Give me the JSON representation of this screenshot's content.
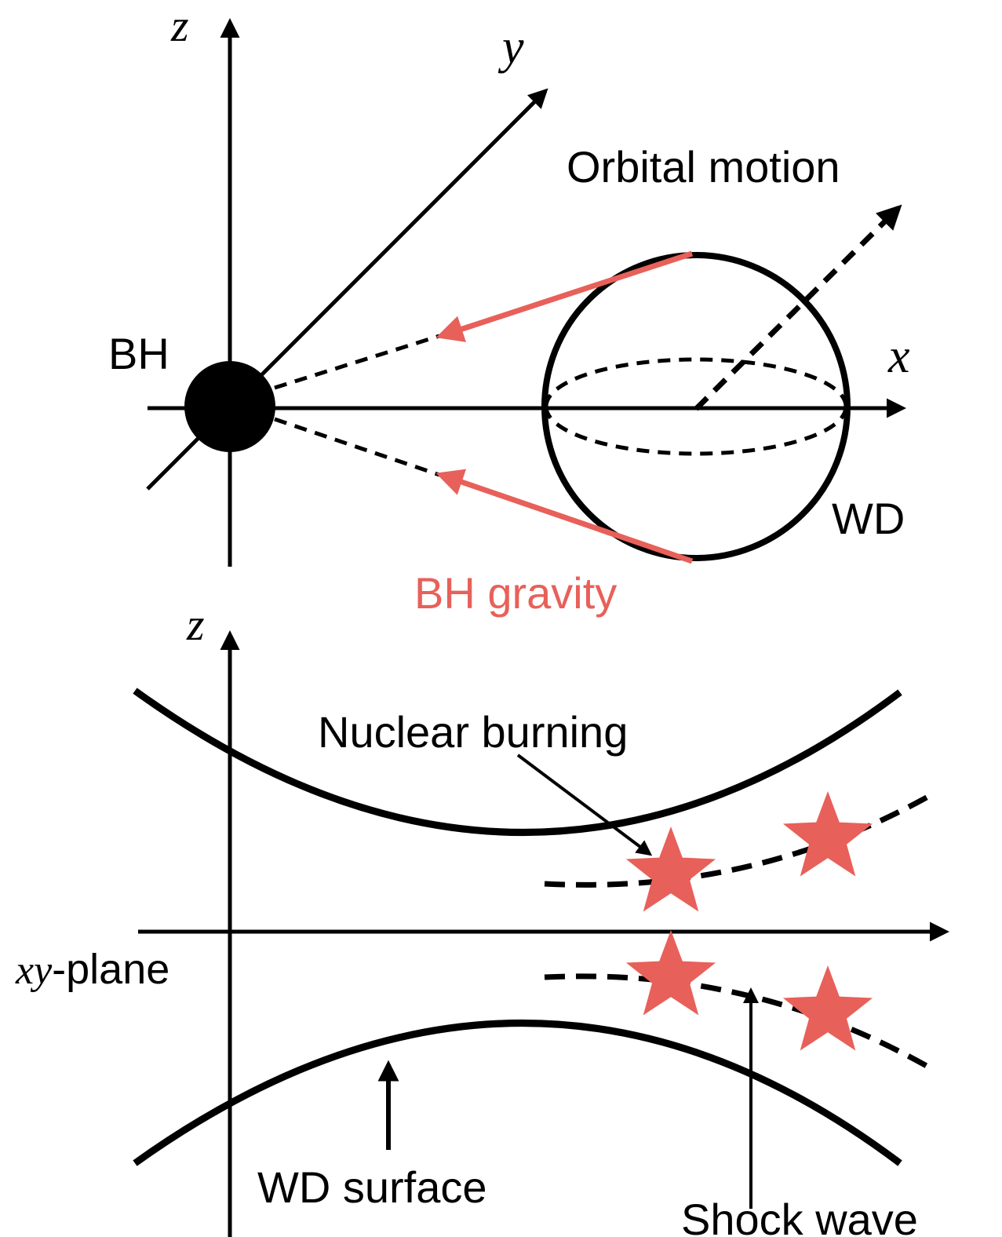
{
  "colors": {
    "ink": "#000000",
    "accent": "#e8605a",
    "background": "#ffffff"
  },
  "top_panel": {
    "axis_z": "z",
    "axis_y": "y",
    "axis_x": "x",
    "label_bh": "BH",
    "label_wd": "WD",
    "label_orbital_motion": "Orbital motion",
    "label_bh_gravity": "BH gravity"
  },
  "bottom_panel": {
    "axis_z": "z",
    "label_xy_plane_prefix": "xy",
    "label_xy_plane_suffix": "-plane",
    "label_nuclear_burning": "Nuclear burning",
    "label_wd_surface": "WD surface",
    "label_shock_wave": "Shock wave",
    "burning_sites_count": 4
  }
}
